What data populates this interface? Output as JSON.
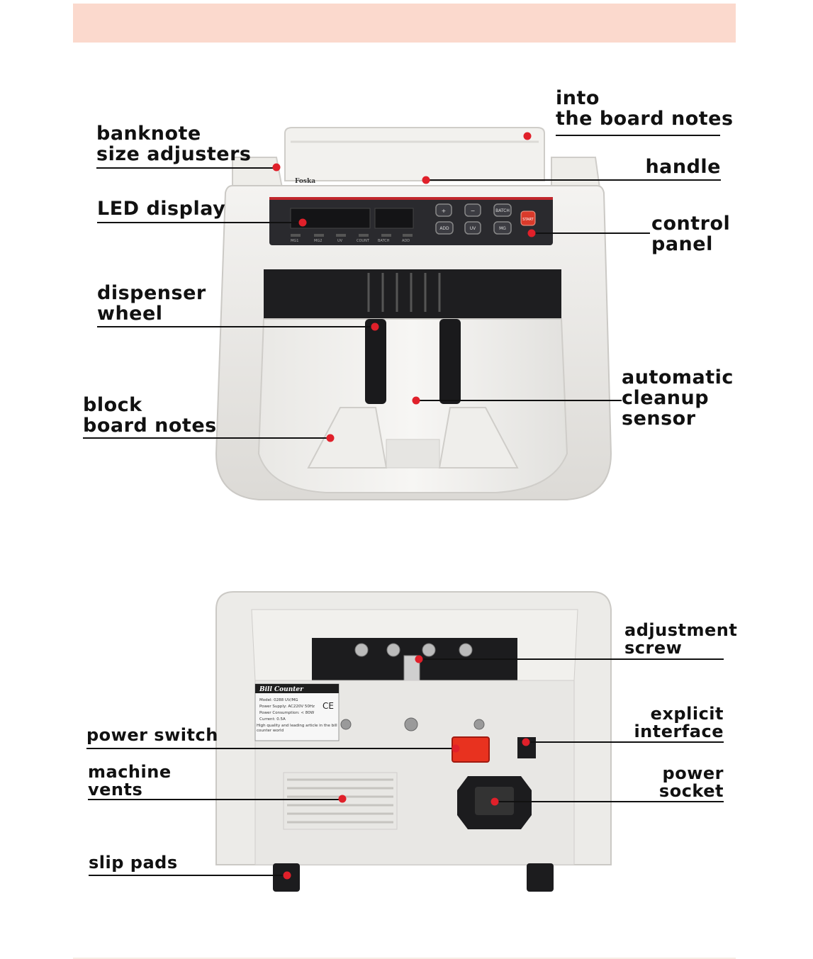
{
  "colors": {
    "banner": "#fbd9cd",
    "callout_dot": "#e0202a",
    "machine_body": "#ecebe8",
    "display_panel": "#2a2a2e",
    "power_switch": "#e8321f"
  },
  "front_view": {
    "brand": "Foska",
    "display": {
      "indicators": [
        "MG1",
        "MG2",
        "UV",
        "COUNT",
        "BATCH",
        "ADD"
      ]
    },
    "buttons": [
      "+",
      "−",
      "BATCH",
      "ADD",
      "UV",
      "MG"
    ],
    "start_button": "START",
    "callouts": {
      "into_board": "into\nthe board notes",
      "size_adjusters": "banknote\nsize adjusters",
      "handle": "handle",
      "led_display": "LED display",
      "control_panel": "control\npanel",
      "dispenser_wheel": "dispenser\nwheel",
      "cleanup_sensor": "automatic\ncleanup\nsensor",
      "block_board": "block\nboard notes"
    }
  },
  "back_view": {
    "nameplate": {
      "title": "Bill Counter",
      "lines": [
        "Model: 0288  UV/MG",
        "Power Supply: AC220V  50Hz",
        "Power Consumption: < 80W",
        "Current: 0.5A"
      ],
      "mark": "CE",
      "footer": "High quality and leading article in the bill counter world"
    },
    "callouts": {
      "adjustment_screw": "adjustment\nscrew",
      "power_switch": "power switch",
      "explicit_interface": "explicit\ninterface",
      "machine_vents": "machine\nvents",
      "power_socket": "power\nsocket",
      "slip_pads": "slip pads"
    }
  }
}
